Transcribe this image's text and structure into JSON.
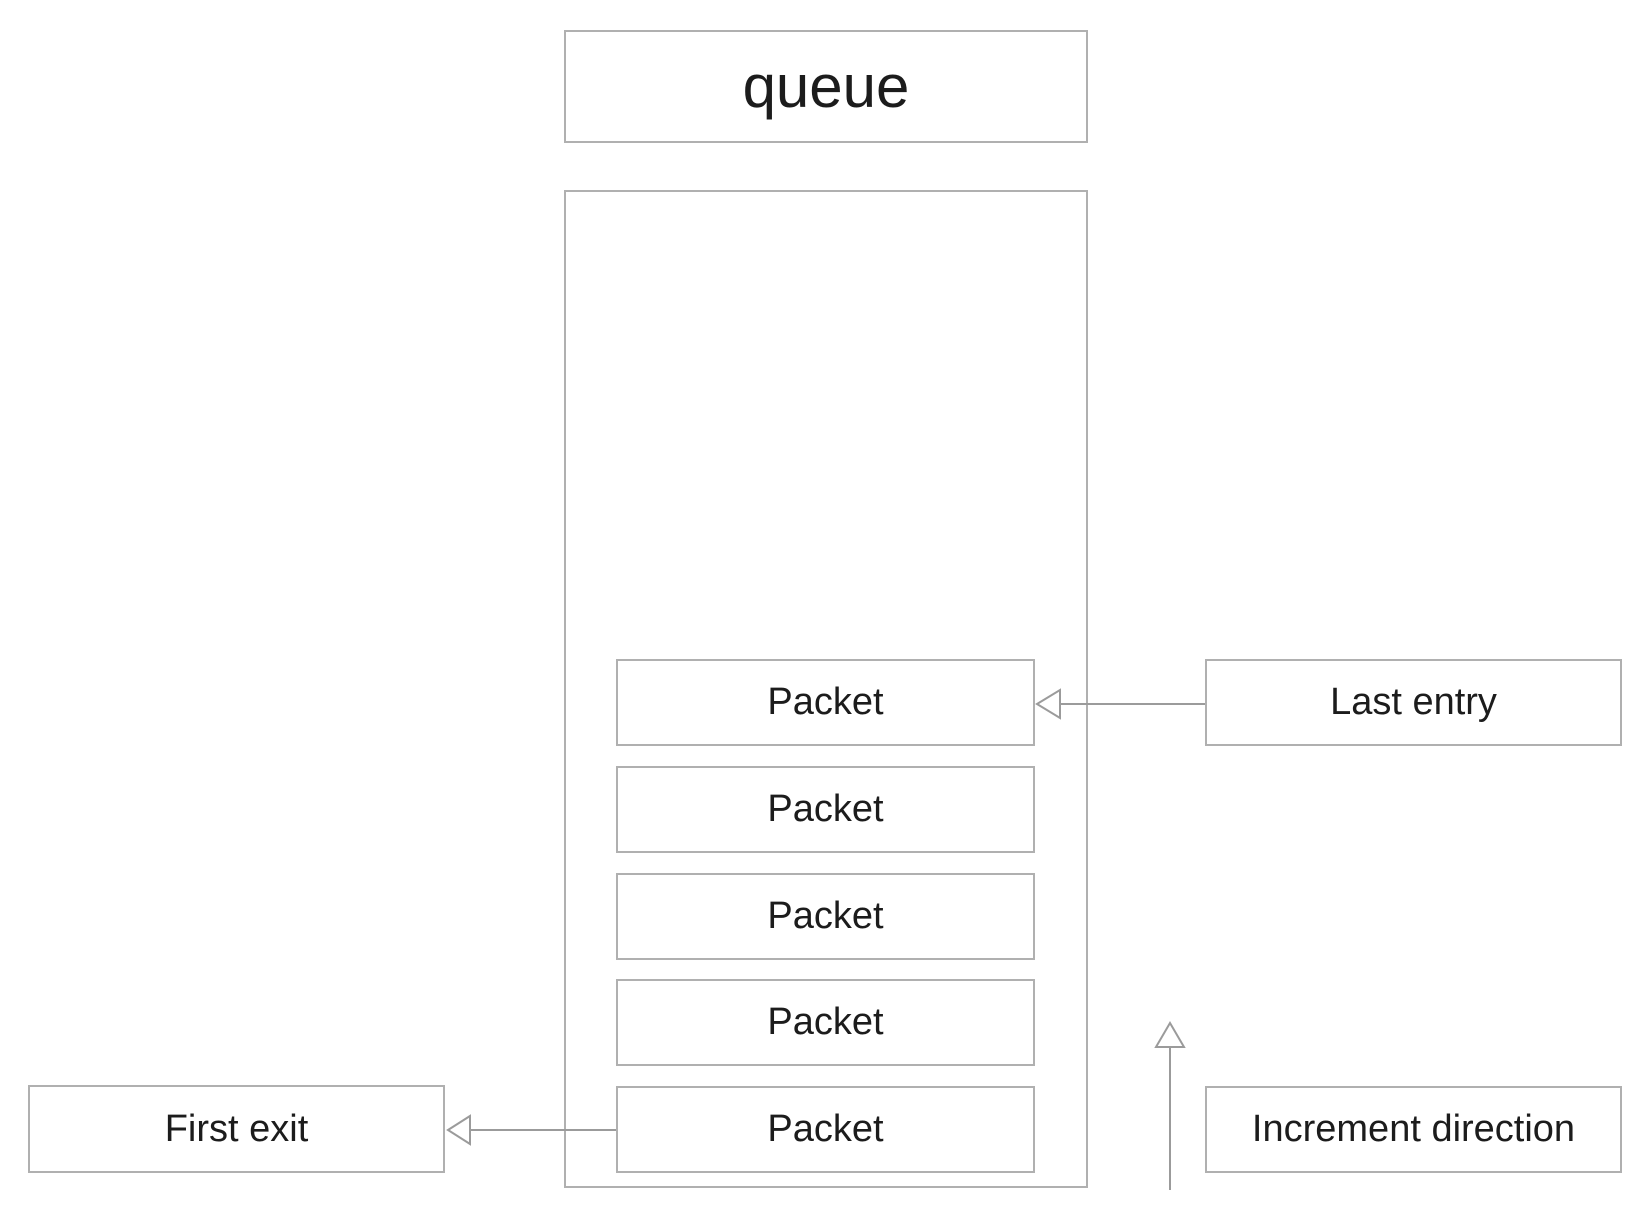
{
  "diagram": {
    "title": "queue",
    "container_label": "",
    "packets": [
      {
        "label": "Packet"
      },
      {
        "label": "Packet"
      },
      {
        "label": "Packet"
      },
      {
        "label": "Packet"
      },
      {
        "label": "Packet"
      }
    ],
    "annotations": {
      "last_entry": "Last entry",
      "first_exit": "First exit",
      "increment_direction": "Increment direction"
    },
    "arrows": [
      {
        "name": "last-entry-arrow",
        "from": "Last entry",
        "to": "top Packet (last entry of queue)",
        "direction": "left"
      },
      {
        "name": "first-exit-arrow",
        "from": "bottom Packet (first exit of queue)",
        "to": "First exit",
        "direction": "left"
      },
      {
        "name": "increment-direction-arrow",
        "from": "bottom",
        "to": "top",
        "direction": "up"
      }
    ],
    "colors": {
      "background": "#ffffff",
      "box_border": "#b0b0b0",
      "arrow": "#9b9b9b",
      "text": "#1c1c1c"
    }
  }
}
